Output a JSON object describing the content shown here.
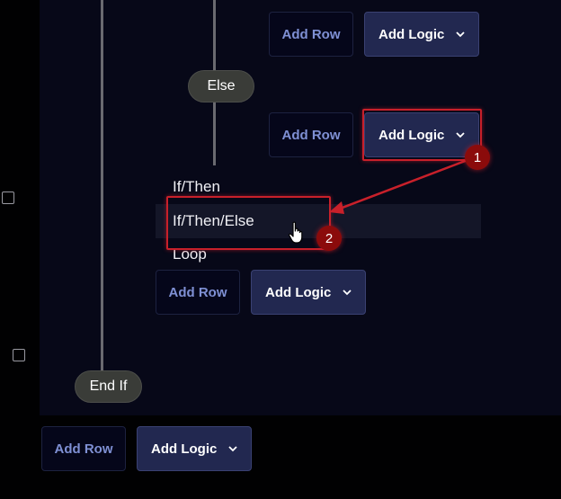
{
  "builder": {
    "top_group": {
      "add_row_label": "Add Row",
      "add_logic_label": "Add Logic"
    },
    "else_label": "Else",
    "else_group": {
      "add_row_label": "Add Row",
      "add_logic_label": "Add Logic"
    },
    "inner_group": {
      "add_row_label": "Add Row",
      "add_logic_label": "Add Logic"
    },
    "end_if_label": "End If",
    "bottom_group": {
      "add_row_label": "Add Row",
      "add_logic_label": "Add Logic"
    }
  },
  "logic_menu": {
    "items": [
      {
        "label": "If/Then"
      },
      {
        "label": "If/Then/Else"
      },
      {
        "label": "Loop"
      }
    ],
    "hovered_item": "If/Then/Else"
  },
  "annotations": {
    "step1": "1",
    "step2": "2",
    "highlight_color": "#c8202a"
  },
  "icons": {
    "dropdown": "chevron-down-icon",
    "pointer": "hand-pointer-icon",
    "checkbox": "checkbox-icon"
  }
}
